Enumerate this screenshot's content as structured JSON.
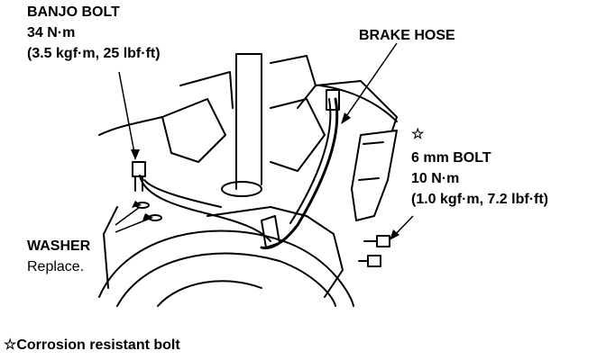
{
  "labels": {
    "banjo_bolt": {
      "title": "BANJO BOLT",
      "torque_nm": "34 N·m",
      "torque_alt": "(3.5 kgf·m, 25 lbf·ft)"
    },
    "brake_hose": "BRAKE HOSE",
    "six_mm_bolt": {
      "star": "☆",
      "title": "6 mm BOLT",
      "torque_nm": "10 N·m",
      "torque_alt": "(1.0 kgf·m, 7.2 lbf·ft)"
    },
    "washer": {
      "title": "WASHER",
      "note": "Replace."
    },
    "footnote": "☆Corrosion resistant bolt"
  }
}
